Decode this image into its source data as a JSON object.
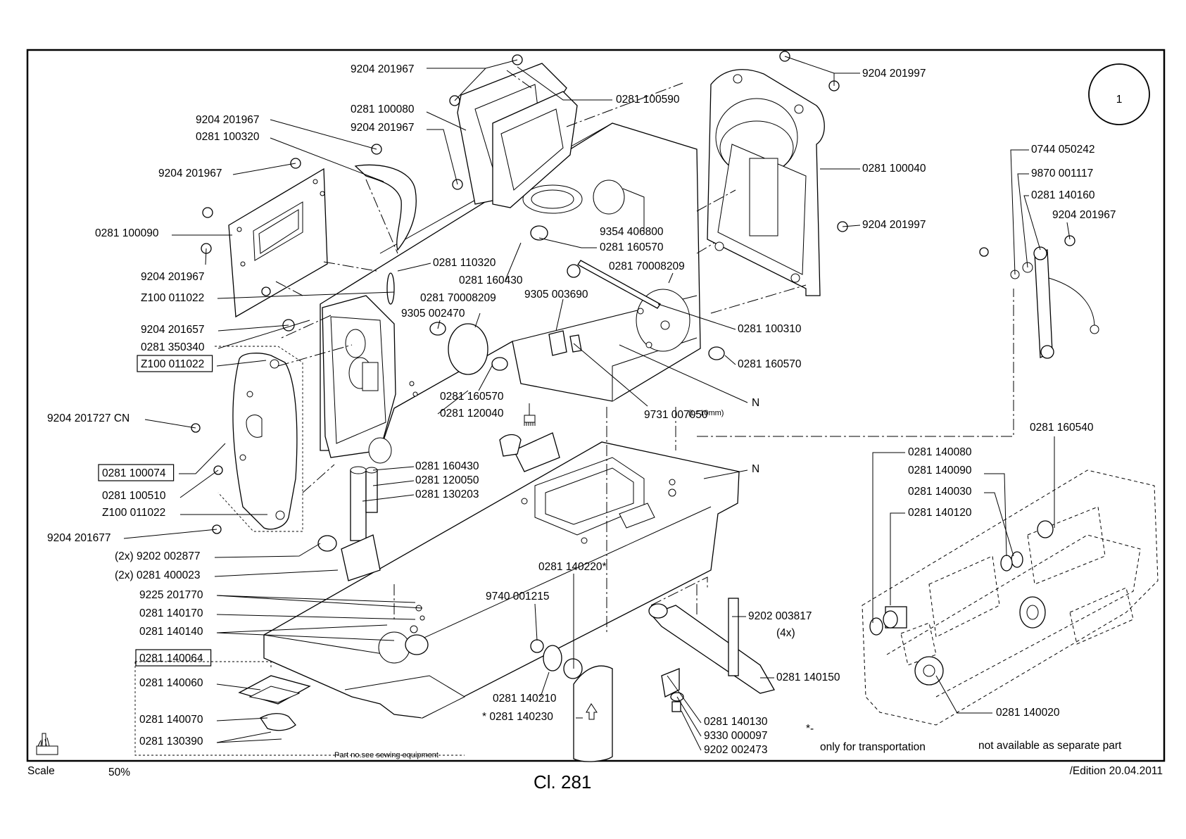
{
  "sheet": {
    "figure_no": "1",
    "class_label": "Cl. 281",
    "scale_label": "Scale",
    "scale_value": "50%",
    "edition": "/Edition  20.04.2011",
    "star_note_symbol": "*-",
    "star_note_text": "only for transportation",
    "not_available": "not available as separate part",
    "sewing_equipment_note": "Part no.see sewing equipment",
    "note_L10": "(L=10mm)"
  },
  "labels": [
    "9204 201967",
    "0281 100080",
    "9204 201967",
    "9204 201967",
    "0281 100320",
    "9204 201967",
    "0281 100090",
    "9204 201967",
    "Z100 011022",
    "9204 201657",
    "0281 350340",
    "Z100 011022",
    "9204 201727 CN",
    "0281 100074",
    "0281 100510",
    "Z100 011022",
    "9204 201677",
    "(2x) 9202 002877",
    "(2x) 0281 400023",
    "9225 201770",
    "0281 140170",
    "0281 140140",
    "0281 140064",
    "0281 140060",
    "0281 140070",
    "0281 130390",
    "0281 110320",
    "0281 160430",
    "0281 70008209",
    "9305 002470",
    "0281 160570",
    "0281 120040",
    "0281 160430",
    "0281 120050",
    "0281 130203",
    "0281 100590",
    "9354 406800",
    "0281 160570",
    "0281 70008209",
    "9305 003690",
    "0281 100310",
    "0281 160570",
    "N",
    "9731 007050",
    "N",
    "9204 201997",
    "0281 100040",
    "9204 201997",
    "0744 050242",
    "9870 001117",
    "0281 140160",
    "9204 201967",
    "0281 160540",
    "0281 140080",
    "0281 140090",
    "0281 140030",
    "0281 140120",
    "0281 140020",
    "0281 140220*",
    "9740 001215",
    "9202 003817",
    "(4x)",
    "0281 140210",
    "* 0281 140230",
    "0281 140150",
    "0281 140130",
    "9330 000097",
    "9202 002473"
  ]
}
